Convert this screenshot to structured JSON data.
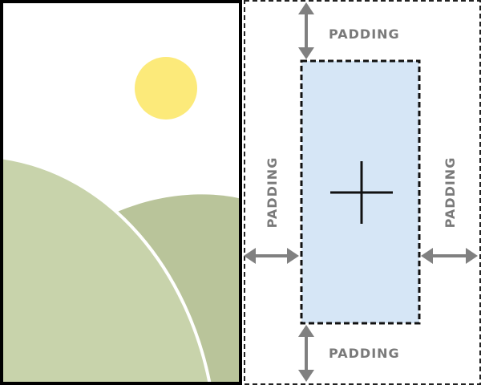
{
  "labels": {
    "top": "PADDING",
    "bottom": "PADDING",
    "left": "PADDING",
    "right": "PADDING"
  },
  "colors": {
    "frame_border": "#000000",
    "sun": "#fcea7a",
    "hill_front": "#c8d3ab",
    "hill_back": "#b9c49a",
    "content_fill": "#d6e6f6",
    "content_border": "#111111",
    "outer_dashed_border": "#222222",
    "arrow": "#808080",
    "label_text": "#7a7a7a",
    "crosshair": "#111111"
  },
  "icons": {
    "content_cursor": "move-crosshair-icon",
    "arrows": "double-arrow-icon"
  }
}
